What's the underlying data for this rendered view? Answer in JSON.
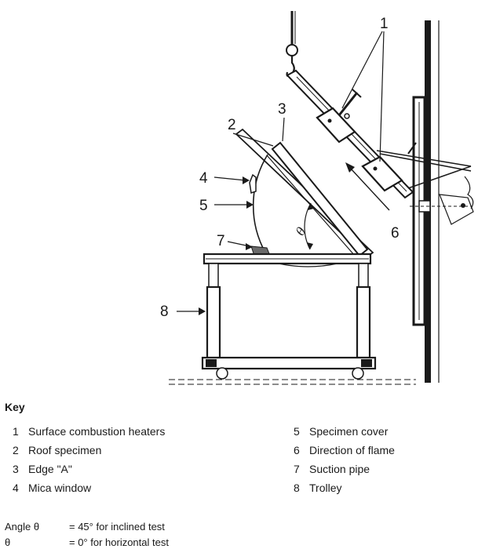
{
  "diagram": {
    "callouts": [
      {
        "id": "1",
        "label": "1"
      },
      {
        "id": "2",
        "label": "2"
      },
      {
        "id": "3",
        "label": "3"
      },
      {
        "id": "4",
        "label": "4"
      },
      {
        "id": "5",
        "label": "5"
      },
      {
        "id": "6",
        "label": "6"
      },
      {
        "id": "7",
        "label": "7"
      },
      {
        "id": "8",
        "label": "8"
      }
    ],
    "angle_symbol": "θ"
  },
  "key": {
    "title": "Key",
    "items": [
      {
        "num": "1",
        "label": "Surface combustion heaters"
      },
      {
        "num": "2",
        "label": "Roof specimen"
      },
      {
        "num": "3",
        "label": "Edge \"A\""
      },
      {
        "num": "4",
        "label": "Mica window"
      },
      {
        "num": "5",
        "label": "Specimen cover"
      },
      {
        "num": "6",
        "label": "Direction of flame"
      },
      {
        "num": "7",
        "label": "Suction pipe"
      },
      {
        "num": "8",
        "label": "Trolley"
      }
    ]
  },
  "notes": [
    {
      "symbol": "Angle θ",
      "text": "= 45° for inclined test"
    },
    {
      "symbol": "θ",
      "text": "= 0° for horizontal test"
    }
  ]
}
